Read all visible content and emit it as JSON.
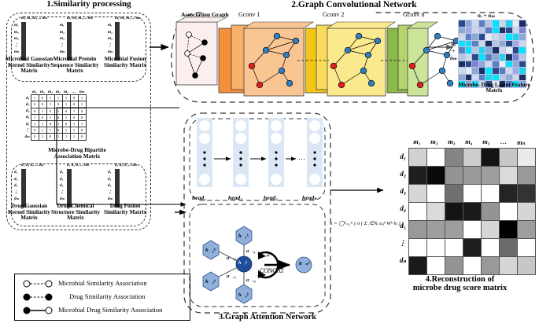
{
  "figure": {
    "sections": [
      {
        "id": "s1",
        "title": "1.Similarity processing"
      },
      {
        "id": "s2",
        "title": "2.Graph Convolutional Network"
      },
      {
        "id": "s3",
        "title": "3.Graph Attention Network"
      },
      {
        "id": "s4",
        "title": "4.Reconstruction of\nmicrobe drug score matrix"
      }
    ]
  },
  "section1": {
    "matrices": [
      {
        "name": "microbial-gaussian-kernel",
        "caption": "Microbial Gaussian\nKernel Similarity\nMatrix",
        "col_labels": [
          "m₁",
          "m₂",
          "m₃",
          "...",
          "mₙ"
        ],
        "row_labels": [
          "m₁",
          "m₂",
          "m₃",
          "⋮",
          "mₙ"
        ],
        "highlight_color": "#c0392b",
        "accent_color": "#ff1a00",
        "base_color": "#ffffff"
      },
      {
        "name": "microbial-protein-sequence",
        "caption": "Microbial Protein\nSequence Similarity\nMatrix",
        "col_labels": [
          "m₁",
          "m₂",
          "m₃",
          "...",
          "mₙ"
        ],
        "row_labels": [
          "m₁",
          "m₂",
          "m₃",
          "⋮",
          "mₙ"
        ],
        "highlight_color": "#f08030",
        "base_color": "#ffffff"
      },
      {
        "name": "microbial-fusion",
        "caption": "Microbial Fusion\nSimilarity Matrix",
        "col_labels": [
          "m₁",
          "m₂",
          "m₃",
          "...",
          "mₙ"
        ],
        "row_labels": [
          "m₁",
          "m₂",
          "m₃",
          "⋮",
          "mₙ"
        ],
        "fill_color": "#e8b015"
      },
      {
        "name": "drug-gaussian-kernel",
        "caption": "Drug Gaussian\nKernel Similarity\nMatrix",
        "col_labels": [
          "d₁",
          "d₂",
          "d₃",
          "...",
          "dₘ"
        ],
        "row_labels": [
          "d₁",
          "d₂",
          "d₃",
          "⋮",
          "dₘ"
        ],
        "highlight_color": "#3a6ea5",
        "base_color": "#ffffff"
      },
      {
        "name": "drug-chemical-structure",
        "caption": "Drug Chemical\nStructure Similarity\nMatrix",
        "col_labels": [
          "d₁",
          "d₂",
          "d₃",
          "...",
          "dₘ"
        ],
        "row_labels": [
          "d₁",
          "d₂",
          "d₃",
          "⋮",
          "dₘ"
        ],
        "highlight_color": "#7ba3cc",
        "base_color": "#ffffff"
      },
      {
        "name": "drug-fusion",
        "caption": "Drug Fusion\nSimilarity Matrix",
        "col_labels": [
          "d₁",
          "d₂",
          "d₃",
          "...",
          "dₘ"
        ],
        "row_labels": [
          "d₁",
          "d₂",
          "d₃",
          "⋮",
          "dₘ"
        ],
        "fill_color": "#c5daf0"
      }
    ],
    "bipartite": {
      "caption": "Microbe-Drug Bipartite\nAssociation Matrix",
      "col_labels": [
        "m₁",
        "m₂",
        "m₃",
        "m₄",
        "m₅",
        "…",
        "mₙ"
      ],
      "row_labels": [
        "d₁",
        "d₂",
        "d₃",
        "d₄",
        "d₅",
        "⋮",
        "dₘ"
      ],
      "values": [
        [
          1,
          0,
          1,
          1,
          1,
          0,
          1
        ],
        [
          0,
          0,
          1,
          0,
          1,
          0,
          1
        ],
        [
          0,
          1,
          0,
          1,
          0,
          1,
          0
        ],
        [
          1,
          0,
          1,
          0,
          1,
          0,
          0
        ],
        [
          1,
          1,
          0,
          1,
          0,
          1,
          1
        ],
        [
          0,
          1,
          1,
          0,
          1,
          1,
          0
        ],
        [
          0,
          1,
          0,
          1,
          1,
          1,
          0
        ]
      ]
    }
  },
  "section2": {
    "layer_labels": [
      "Association Graph",
      "Gconv 1",
      "Gconv 2",
      "Gconv n"
    ],
    "layer_colors": [
      "#f7e6e6",
      "#f4a460",
      "#f7d94c",
      "#b7d86a"
    ],
    "latent_matrix": {
      "caption": "Microbe- Drug Latent Feature\nMatrix",
      "top_label": "nₔ + nₘ",
      "left_labels": [
        "nₔ",
        "+",
        "nₘ"
      ],
      "palette": [
        "#cfd8ea",
        "#8fa8d4",
        "#5b7fc0",
        "#2c4a8a",
        "#1b2f63",
        "#22d3ee",
        "#00e5ff",
        "#a4a8e8",
        "#8080d8",
        "#e8ecf6",
        "#b9c6e3"
      ]
    }
  },
  "section3": {
    "heads": [
      "head₁",
      "head₂",
      "head₃",
      "headₙ"
    ],
    "attention": {
      "center_node": "h⃗ᵢᵏ",
      "neighbor_nodes": [
        "h⃗₁ᵏ",
        "h⃗₂ᵏ",
        "h⃗₃ᵏ",
        "h⃗₄ᵏ"
      ],
      "output_node": "h⃗ₙᵏ",
      "alphas": [
        "α⃗ᵢ₁",
        "α⃗ᵢ₂",
        "α⃗ᵢ₃",
        "α⃗ᵢ₄",
        "α⃗ᵢₙ"
      ],
      "concat_label": "CONCAT",
      "node_color": "#7f9fd0",
      "center_color": "#1f4e9c"
    },
    "formula": "z = ◯ᵏ₌₁ᴷ ( σ ( Σ ᵢ∈Nᵢ αᵢⱼᵏ Wᵏ hⱼ ) )"
  },
  "section4": {
    "caption": "4.Reconstruction of\nmicrobe drug score matrix",
    "col_labels": [
      "m₁",
      "m₂",
      "m₃",
      "m₄",
      "m₅",
      "…",
      "mₙ"
    ],
    "row_labels": [
      "d₁",
      "d₂",
      "d₃",
      "d₄",
      "d₅",
      "⋮",
      "dₙ"
    ],
    "scores": [
      [
        0.82,
        1.0,
        0.52,
        0.8,
        0.08,
        0.78,
        0.92
      ],
      [
        0.12,
        0.04,
        0.58,
        0.6,
        0.62,
        0.86,
        0.6
      ],
      [
        0.84,
        1.0,
        0.44,
        1.0,
        1.0,
        0.14,
        0.2
      ],
      [
        1.0,
        0.86,
        0.08,
        0.1,
        0.58,
        1.0,
        0.84
      ],
      [
        0.6,
        0.62,
        0.62,
        1.0,
        0.84,
        0.0,
        0.62
      ],
      [
        1.0,
        1.0,
        1.0,
        0.12,
        1.0,
        0.42,
        1.0
      ],
      [
        0.1,
        1.0,
        0.58,
        1.0,
        0.6,
        0.84,
        0.78
      ]
    ]
  },
  "legend": {
    "items": [
      {
        "name": "microbial-similarity-association",
        "label": "Microbial Similarity Association",
        "left_fill": "#ffffff",
        "right_fill": "#ffffff",
        "line": "dashed"
      },
      {
        "name": "drug-similarity-association",
        "label": "Drug Similarity Association",
        "left_fill": "#000000",
        "right_fill": "#000000",
        "line": "dashed"
      },
      {
        "name": "microbial-drug-similarity-association",
        "label": "Microbial Drug Similarity Association",
        "left_fill": "#000000",
        "right_fill": "#ffffff",
        "line": "solid"
      }
    ]
  }
}
